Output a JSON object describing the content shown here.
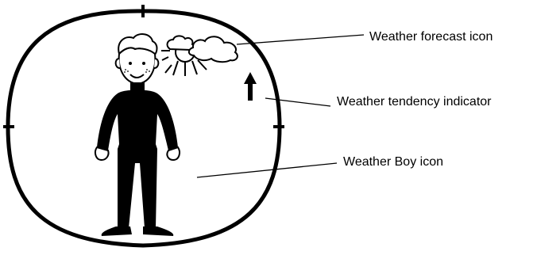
{
  "labels": {
    "forecast_icon": "Weather forecast icon",
    "tendency_indicator": "Weather tendency indicator",
    "boy_icon": "Weather Boy icon"
  },
  "colors": {
    "ink": "#000000",
    "paper": "#ffffff"
  },
  "icons": {
    "forecast": "sun-behind-cloud-icon",
    "tendency": "up-arrow-icon",
    "boy": "weather-boy-figure-icon"
  }
}
